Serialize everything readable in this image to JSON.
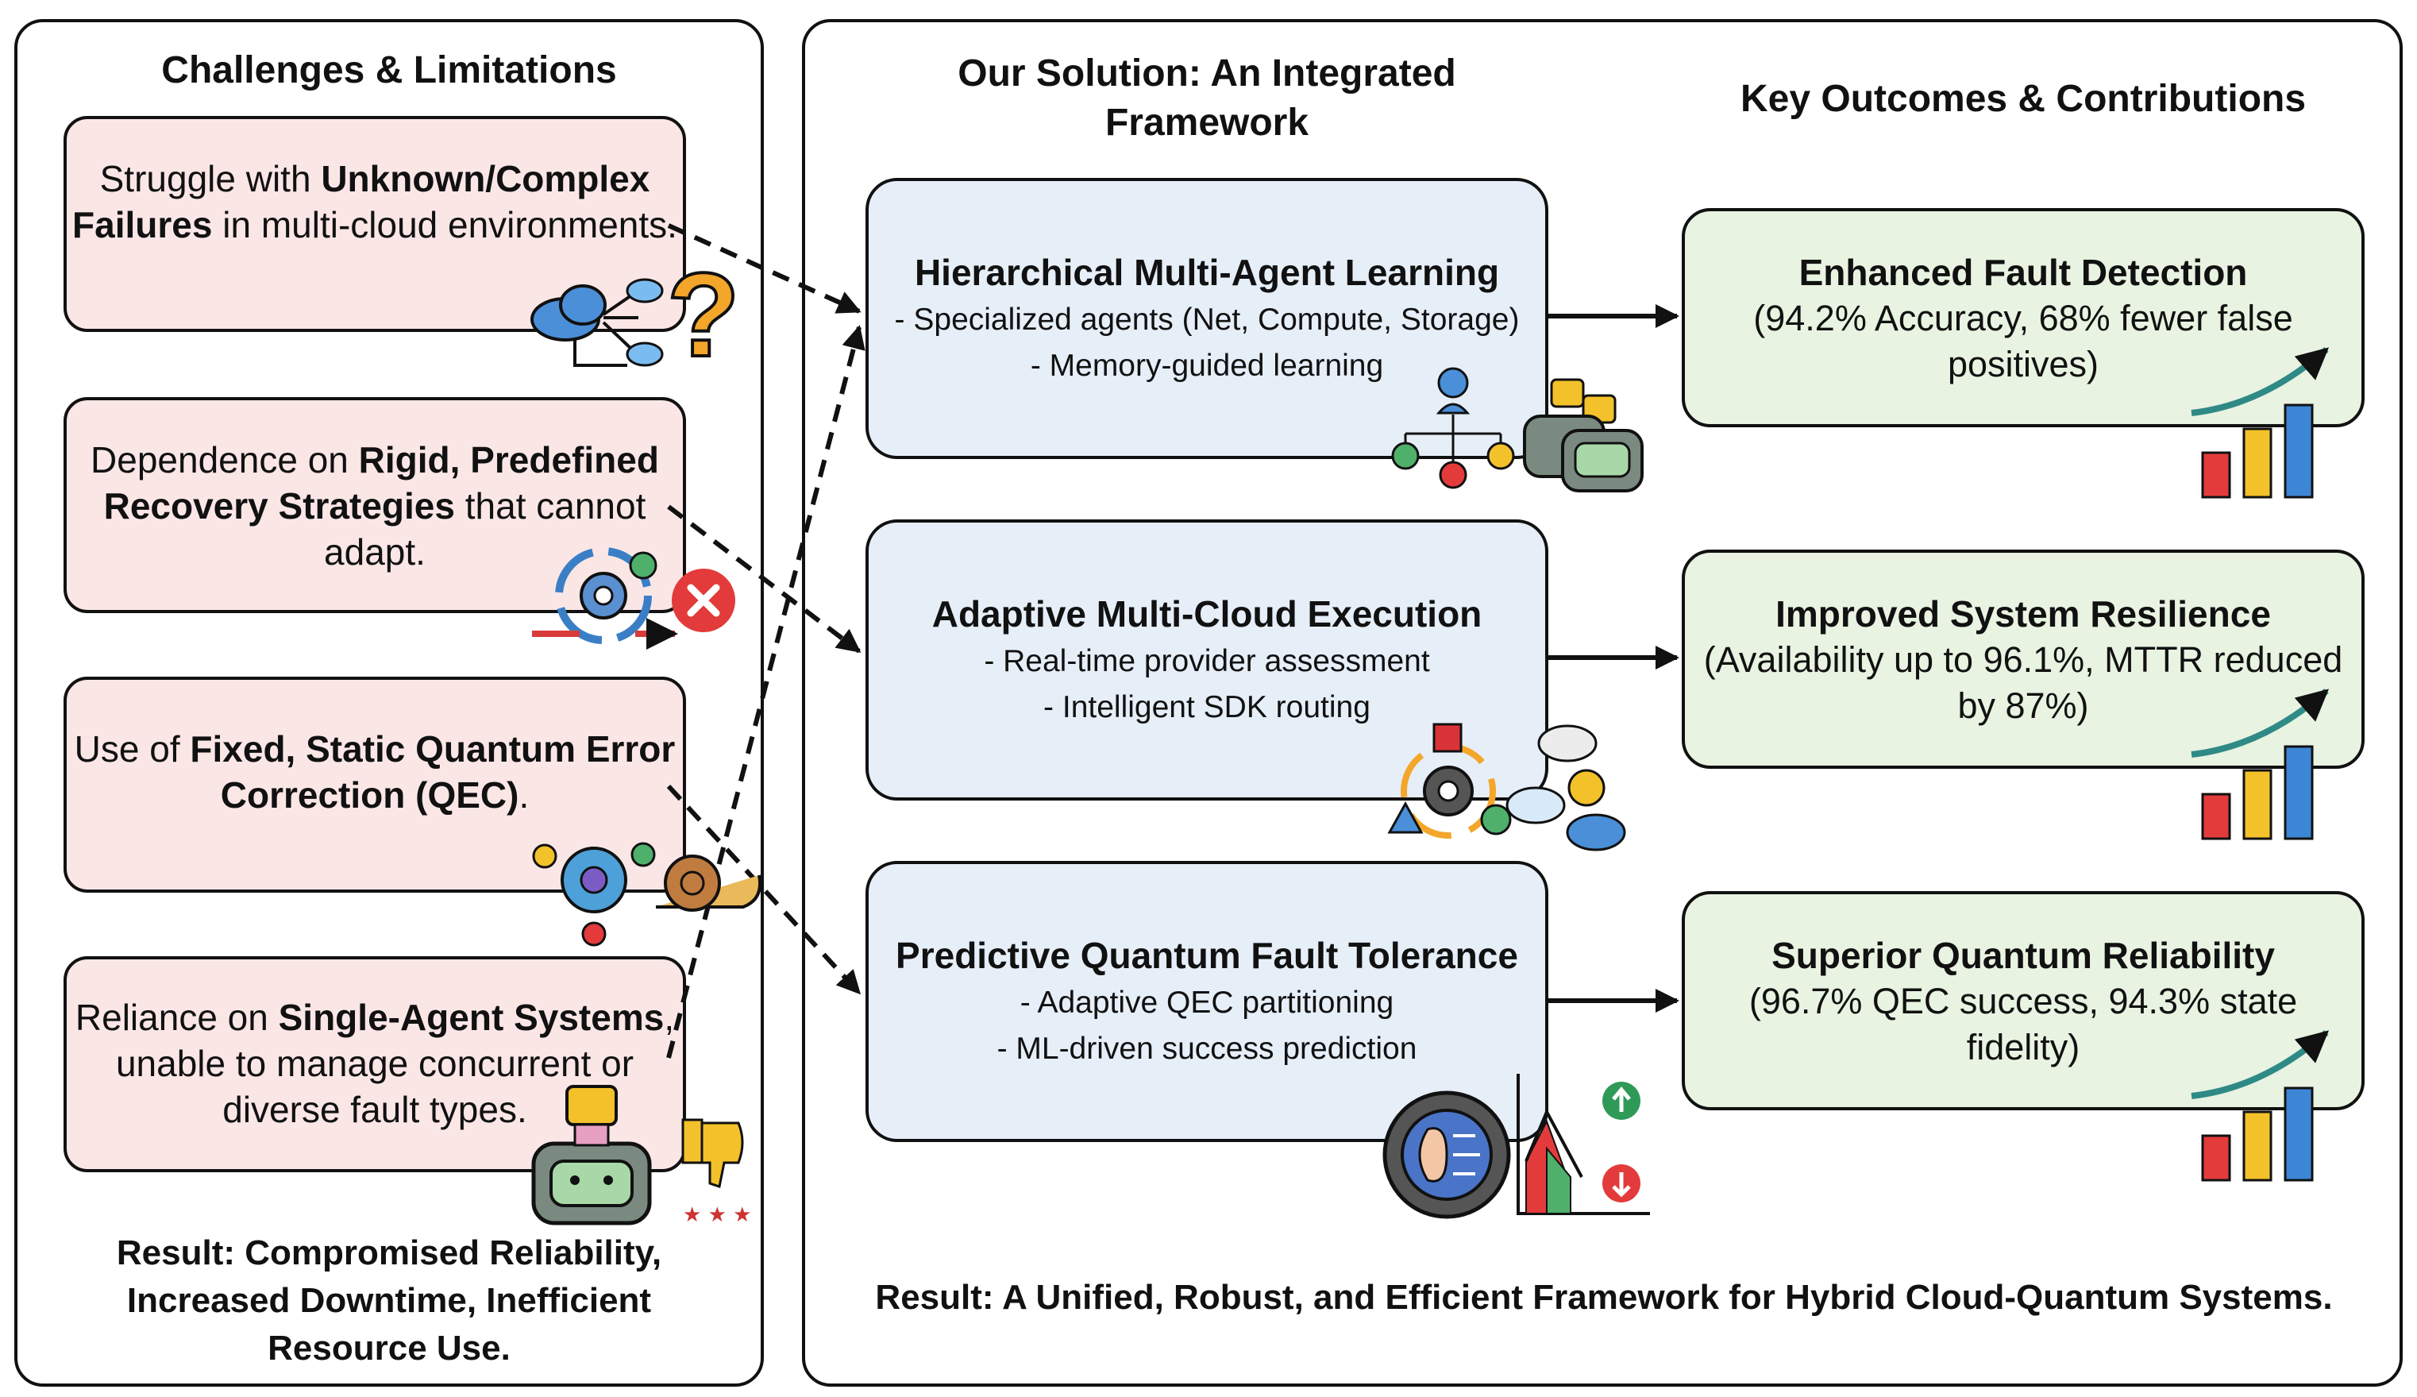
{
  "left_panel": {
    "title": "Challenges & Limitations",
    "challenges": [
      {
        "pre": "Struggle with ",
        "bold": "Unknown/Complex Failures",
        "post": " in multi-cloud environments."
      },
      {
        "pre": "Dependence on ",
        "bold": "Rigid, Predefined Recovery Strategies",
        "post": " that cannot adapt."
      },
      {
        "pre": "Use of ",
        "bold": "Fixed, Static Quantum Error Correction (QEC)",
        "post": "."
      },
      {
        "pre": "Reliance on ",
        "bold": "Single-Agent Systems",
        "post": ", unable to manage concurrent or diverse fault types."
      }
    ],
    "result_line1": "Result: Compromised Reliability,",
    "result_line2": "Increased Downtime, Inefficient",
    "result_line3": "Resource Use."
  },
  "right_panel": {
    "solution_title_line1": "Our Solution: An Integrated",
    "solution_title_line2": "Framework",
    "outcomes_title": "Key Outcomes & Contributions",
    "solutions": [
      {
        "title": "Hierarchical Multi-Agent Learning",
        "bullets": [
          "- Specialized agents (Net, Compute, Storage)",
          "- Memory-guided learning"
        ]
      },
      {
        "title": "Adaptive Multi-Cloud Execution",
        "bullets": [
          "- Real-time provider assessment",
          "- Intelligent SDK routing"
        ]
      },
      {
        "title": "Predictive Quantum Fault Tolerance",
        "bullets": [
          "- Adaptive QEC partitioning",
          "- ML-driven success prediction"
        ]
      }
    ],
    "outcomes": [
      {
        "title": "Enhanced Fault Detection",
        "line1": "(94.2% Accuracy, 68% fewer false",
        "line2": "positives)"
      },
      {
        "title": "Improved System Resilience",
        "line1": "(Availability up to 96.1%, MTTR reduced",
        "line2": "by 87%)"
      },
      {
        "title": "Superior Quantum Reliability",
        "line1": "(96.7% QEC success, 94.3% state",
        "line2": "fidelity)"
      }
    ],
    "result": "Result: A Unified, Robust, and Efficient Framework for Hybrid Cloud-Quantum Systems."
  },
  "icons": [
    "cloud-network-icon",
    "question-mark-icon",
    "gear-cycle-icon",
    "error-x-icon",
    "gear-check-icon",
    "snail-icon",
    "robot-icon",
    "thumbs-down-icon",
    "team-hierarchy-icon",
    "robot-group-icon",
    "multicloud-gear-icon",
    "brain-gear-icon",
    "prediction-chart-icon",
    "growth-bars-icon"
  ],
  "colors": {
    "challenge_fill": "#fbe6e6",
    "solution_fill": "#e6eef8",
    "outcome_fill": "#e8f3e2"
  }
}
